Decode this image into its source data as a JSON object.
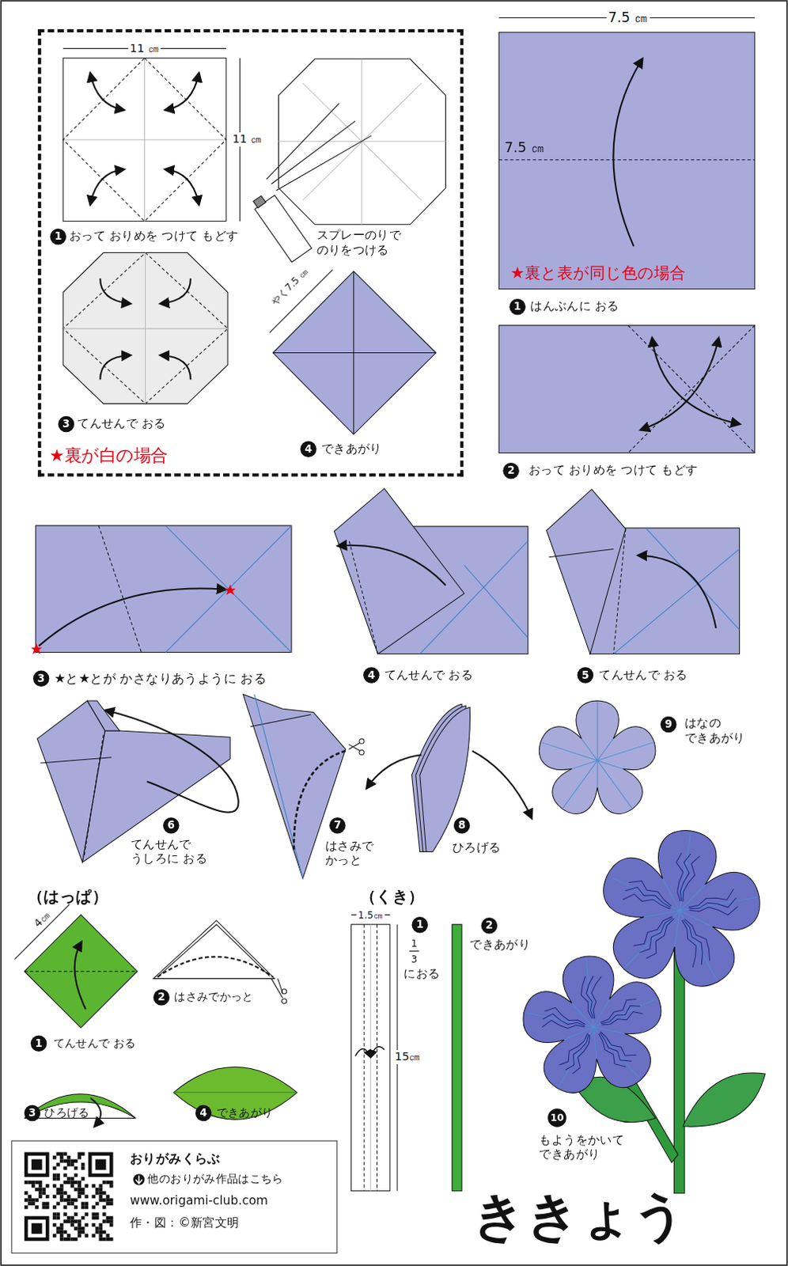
{
  "diagram": {
    "title": "ききょう",
    "nodes": [
      {
        "text": [
          "★裏が白の場合"
        ]
      },
      {
        "text": [
          "おりがみくらぶ",
          "他のおりがみ作品はこちら",
          "www.origami-club.com",
          "作・図：©新宮文明"
        ]
      }
    ],
    "labels": [
      "11 ㎝",
      "11 ㎝",
      "1",
      "おって おりめを つけて もどす",
      "スプレーのりで のりをつける",
      "3",
      "てんせんで おる",
      "やく7.5 ㎝",
      "4",
      "できあがり",
      "7.5 ㎝",
      "7.5 ㎝",
      "★裏と表が同じ色の場合",
      "1",
      "はんぶんに おる",
      "2",
      "おって おりめを つけて もどす",
      "3",
      "★と★とが かさなりあうように おる",
      "4",
      "てんせんで おる",
      "5",
      "てんせんで おる",
      "6",
      "てんせんで うしろに おる",
      "7",
      "はさみで かっと",
      "8",
      "ひろげる",
      "9",
      "はなの できあがり",
      "（はっぱ）",
      "4㎝",
      "1",
      "てんせんで おる",
      "2",
      "はさみでかっと",
      "3",
      "ひろげる",
      "4",
      "できあがり",
      "（くき）",
      "1.5㎝",
      "1",
      "1",
      "3",
      "におる",
      "15㎝",
      "2",
      "できあがり",
      "10",
      "もようをかいて できあがり"
    ]
  }
}
